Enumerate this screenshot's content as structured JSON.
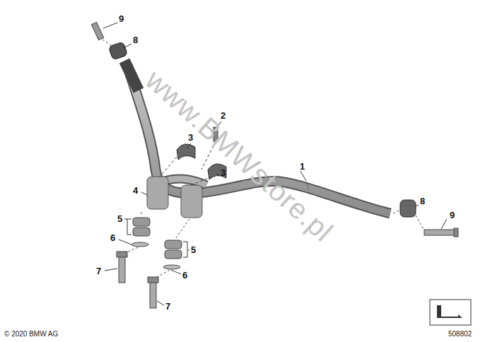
{
  "diagram": {
    "labels": [
      "9",
      "8",
      "2",
      "3",
      "3",
      "1",
      "4",
      "5",
      "6",
      "7",
      "5",
      "6",
      "7",
      "8",
      "9",
      "www.BMWstore.pl",
      "© 2020 BMW AG",
      "508802"
    ]
  }
}
